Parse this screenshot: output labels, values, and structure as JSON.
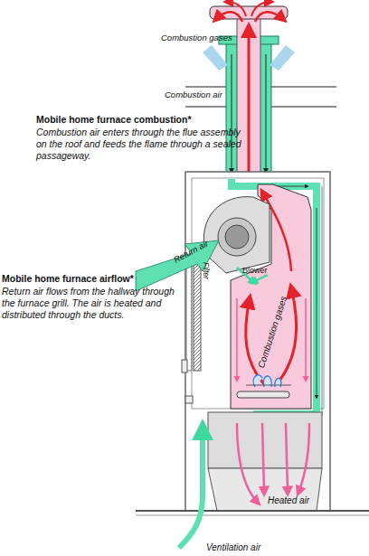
{
  "diagram": {
    "labels": [
      "Combustion gases",
      "Combustion air",
      "Mobile home furnace combustion*",
      "Combustion air enters through the flue assembly on the roof and feeds the flame through a sealed passageway.",
      "Mobile home furnace airflow*",
      "Return air flows from the hallway through the furnace grill. The air is heated and distributed through the ducts.",
      "Filter",
      "Return air",
      "Blower",
      "Combustion gases",
      "Heated air",
      "Ventilation air"
    ]
  }
}
